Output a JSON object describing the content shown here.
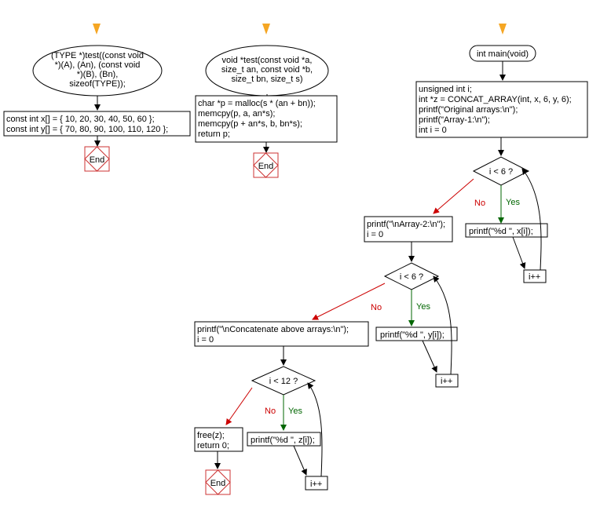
{
  "flow1": {
    "oval": [
      "(TYPE *)test((const void",
      "*)(A), (An), (const void",
      "*)(B), (Bn),",
      "sizeof(TYPE));"
    ],
    "box": [
      "const int x[] = { 10, 20, 30, 40, 50, 60 };",
      "const int y[] = { 70, 80, 90, 100, 110, 120 };"
    ],
    "end": "End"
  },
  "flow2": {
    "oval": [
      "void *test(const void *a,",
      "size_t an, const void *b,",
      "size_t bn, size_t s)"
    ],
    "box": [
      "char *p = malloc(s * (an + bn));",
      "memcpy(p, a, an*s);",
      "memcpy(p + an*s, b, bn*s);",
      "return p;"
    ],
    "end": "End"
  },
  "flow3": {
    "start": "int main(void)",
    "box1": [
      "unsigned int i;",
      "int *z = CONCAT_ARRAY(int, x, 6, y, 6);",
      "printf(\"Original arrays:\\n\");",
      "printf(\"Array-1:\\n\");",
      "int i = 0"
    ],
    "cond1": "i < 6 ?",
    "print1": "printf(\"%d \", x[i]);",
    "inc1": "i++",
    "box2": [
      "printf(\"\\nArray-2:\\n\");",
      "i = 0"
    ],
    "cond2": "i < 6 ?",
    "print2": "printf(\"%d \", y[i]);",
    "inc2": "i++",
    "box3": [
      "printf(\"\\nConcatenate above arrays:\\n\");",
      "i = 0"
    ],
    "cond3": "i < 12 ?",
    "print3": "printf(\"%d \", z[i]);",
    "inc3": "i++",
    "box4": [
      "free(z);",
      "return 0;"
    ],
    "end": "End",
    "no": "No",
    "yes": "Yes"
  },
  "colors": {
    "start_arrow": "#f5a623",
    "no": "#cc0000",
    "yes": "#006600"
  }
}
